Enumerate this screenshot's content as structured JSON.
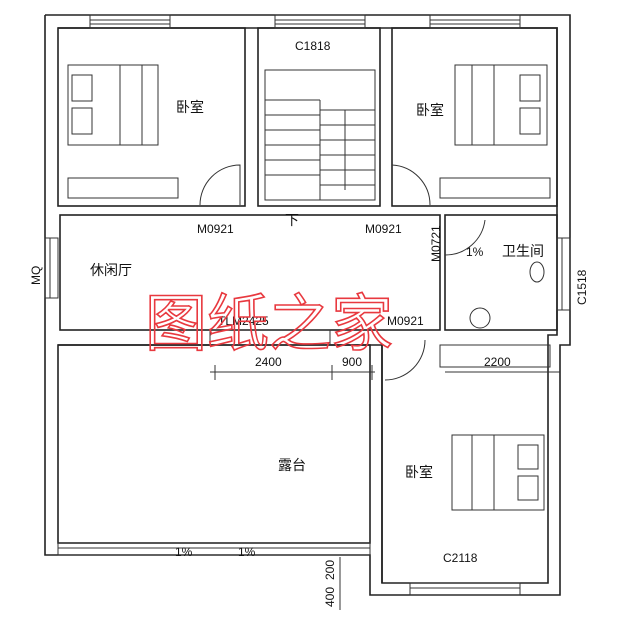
{
  "rooms": {
    "bedroom_tl": "卧室",
    "bedroom_tr": "卧室",
    "bedroom_br": "卧室",
    "leisure_hall": "休闲厅",
    "bathroom": "卫生间",
    "terrace": "露台",
    "stair_down": "下"
  },
  "labels": {
    "window_top": "C1818",
    "door_left": "M0921",
    "door_right": "M0921",
    "door_bath": "M0721",
    "door_lower": "M0921",
    "window_bath": "C1518",
    "wall_mq": "MQ",
    "sliding_door": "TLM2425",
    "window_bottom": "C2118",
    "slope_bath": "1%",
    "slope_terrace_1": "1%",
    "slope_terrace_2": "1%"
  },
  "dimensions": {
    "d2400": "2400",
    "d900": "900",
    "d2200": "2200",
    "d200": "200",
    "d400": "400"
  },
  "watermark": "图纸之家",
  "colors": {
    "watermark": "#e8393f",
    "lines": "#222222"
  }
}
